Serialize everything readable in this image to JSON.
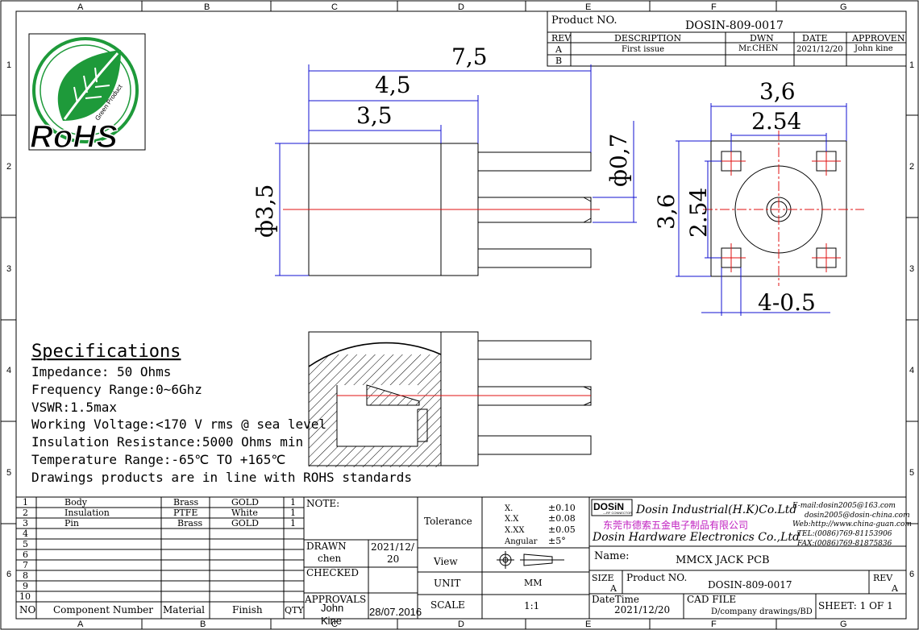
{
  "grid": {
    "columns": [
      "A",
      "B",
      "C",
      "D",
      "E",
      "F",
      "G"
    ],
    "rows": [
      "1",
      "2",
      "3",
      "4",
      "5",
      "6"
    ]
  },
  "logo": {
    "main": "RoHS",
    "sub": "Green Product"
  },
  "title_block_top": {
    "product_no_label": "Product NO.",
    "product_no": "DOSIN-809-0017",
    "headers": [
      "REV",
      "DESCRIPTION",
      "DWN",
      "DATE",
      "APPROVEN"
    ],
    "rows": [
      {
        "rev": "A",
        "description": "First issue",
        "dwn": "Mr.CHEN",
        "date": "2021/12/20",
        "approven": "John kine"
      },
      {
        "rev": "B",
        "description": "",
        "dwn": "",
        "date": "",
        "approven": ""
      }
    ]
  },
  "dimensions": {
    "overall_length": "7,5",
    "body_length": "4,5",
    "housing_length": "3,5",
    "body_diameter": "ф3,5",
    "pin_diameter": "ф0,7",
    "square_width": "3,6",
    "pin_spacing_h": "2.54",
    "square_height": "3,6",
    "pin_spacing_v": "2.54",
    "holes": "4-0.5"
  },
  "specifications": {
    "title": "Specifications",
    "lines": [
      "Impedance: 50 Ohms",
      "Frequency Range:0~6Ghz",
      "VSWR:1.5max",
      "Working Voltage:<170 V rms @ sea level",
      "Insulation Resistance:5000 Ohms min",
      "Temperature Range:-65℃ TO +165℃",
      "Drawings products are in line with ROHS standards"
    ]
  },
  "bom": {
    "rows": [
      {
        "no": "1",
        "component": "Body",
        "material": "Brass",
        "finish": "GOLD",
        "qty": "1"
      },
      {
        "no": "2",
        "component": "Insulation",
        "material": "PTFE",
        "finish": "White",
        "qty": "1"
      },
      {
        "no": "3",
        "component": "Pin",
        "material": "Brass",
        "finish": "GOLD",
        "qty": "1"
      },
      {
        "no": "4",
        "component": "",
        "material": "",
        "finish": "",
        "qty": ""
      },
      {
        "no": "5",
        "component": "",
        "material": "",
        "finish": "",
        "qty": ""
      },
      {
        "no": "6",
        "component": "",
        "material": "",
        "finish": "",
        "qty": ""
      },
      {
        "no": "7",
        "component": "",
        "material": "",
        "finish": "",
        "qty": ""
      },
      {
        "no": "8",
        "component": "",
        "material": "",
        "finish": "",
        "qty": ""
      },
      {
        "no": "9",
        "component": "",
        "material": "",
        "finish": "",
        "qty": ""
      },
      {
        "no": "10",
        "component": "",
        "material": "",
        "finish": "",
        "qty": ""
      }
    ],
    "header": {
      "no": "NO",
      "component": "Component Number",
      "material": "Material",
      "finish": "Finish",
      "qty": "QTY"
    }
  },
  "notes": {
    "note_label": "NOTE:",
    "drawn_label": "DRAWN",
    "drawn_by": "chen",
    "drawn_date_1": "2021/12/",
    "drawn_date_2": "20",
    "checked_label": "CHECKED",
    "approvals_label": "APPROVALS",
    "approvals_name_1": "John",
    "approvals_name_2": "Kine",
    "approvals_date": "28/07.2016"
  },
  "tolerance": {
    "label": "Tolerance",
    "rows": [
      {
        "k": "X.",
        "v": "±0.10"
      },
      {
        "k": "X.X",
        "v": "±0.08"
      },
      {
        "k": "X.XX",
        "v": "±0.05"
      },
      {
        "k": "Angular",
        "v": "±5°"
      }
    ],
    "view_label": "View",
    "unit_label": "UNIT",
    "unit_value": "MM",
    "scale_label": "SCALE",
    "scale_value": "1:1"
  },
  "company": {
    "logo_text": "DOSiN",
    "logo_sub": "—RF CONNECTOR",
    "name_en": "Dosin Industrial(H.K)Co.Ltd",
    "name_cn": "东莞市德索五金电子制品有限公司",
    "name_en2": "Dosin Hardware Electronics Co.,Ltd",
    "contact": [
      "E-mail:dosin2005@163.com",
      "dosin2005@dosin-china.com",
      "Web:http://www.china-guan.com",
      "TEL:(0086)769-81153906",
      "FAX:(0086)769-81875836"
    ],
    "name_label": "Name:",
    "name_value": "MMCX JACK PCB",
    "size_label": "SIZE",
    "size_value": "A",
    "product_no_label": "Product NO.",
    "product_no": "DOSIN-809-0017",
    "rev_label": "REV",
    "rev_value": "A",
    "datetime_label": "DateTime",
    "datetime_value": "2021/12/20",
    "cad_label": "CAD FILE",
    "cad_value": "D/company drawings/BD",
    "sheet_label": "SHEET: 1 OF 1"
  }
}
